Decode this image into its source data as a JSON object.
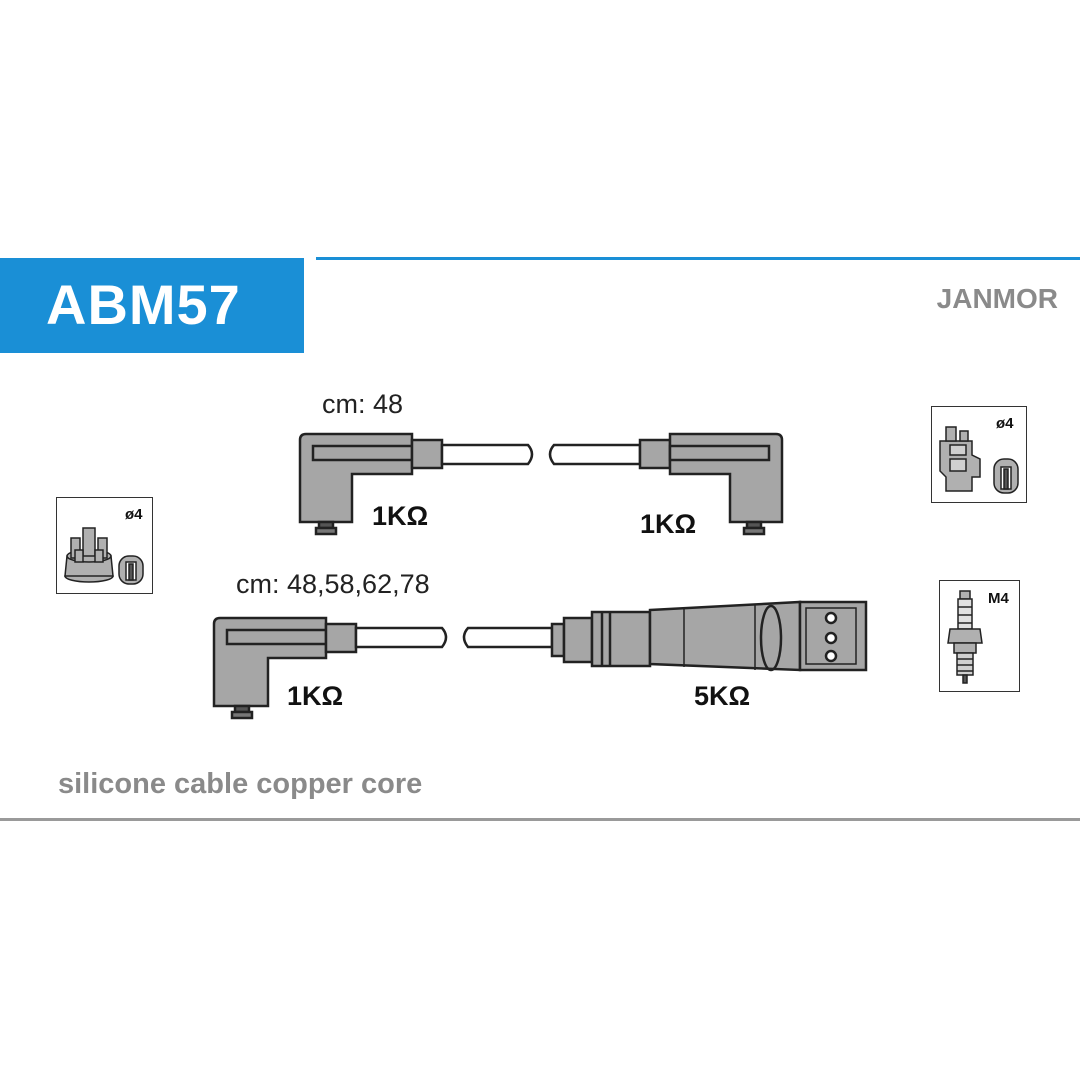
{
  "header": {
    "product_code": "ABM57",
    "brand": "JANMOR",
    "accent_color": "#1a8fd6"
  },
  "cables": {
    "set_a": {
      "length": "cm: 48",
      "left_resistance": "1KΩ",
      "right_resistance": "1KΩ"
    },
    "set_b": {
      "length": "cm: 48,58,62,78",
      "left_resistance": "1KΩ",
      "right_resistance": "5KΩ"
    }
  },
  "icons": {
    "distributor": {
      "name": "distributor-cap-icon",
      "label": "ø4"
    },
    "coil": {
      "name": "ignition-coil-icon",
      "label": "ø4"
    },
    "spark_plug": {
      "name": "spark-plug-icon",
      "label": "M4"
    }
  },
  "footer": {
    "material": "silicone cable copper core"
  }
}
